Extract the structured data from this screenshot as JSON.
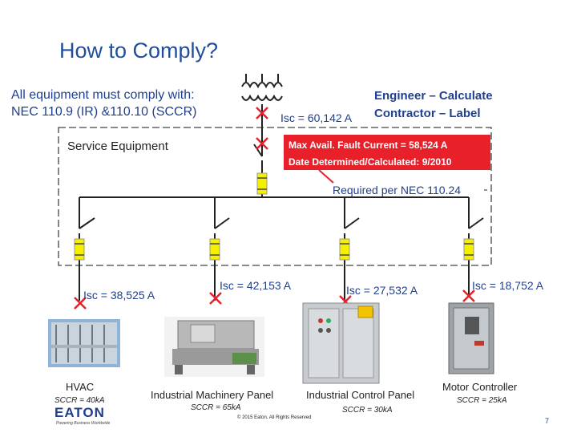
{
  "slide": {
    "title": "How to Comply?",
    "page_number": "7",
    "copyright": "© 2015 Eaton. All Rights Reserved"
  },
  "requirement": {
    "line1": "All equipment must comply with:",
    "line2": "NEC 110.9 (IR) &110.10 (SCCR)"
  },
  "roles": {
    "engineer": "Engineer – Calculate",
    "contractor": "Contractor – Label"
  },
  "service": {
    "label": "Service Equipment",
    "transformer_isc": "Isc = 60,142 A",
    "max_fault": "Max Avail. Fault Current = 58,524 A",
    "date": "Date Determined/Calculated: 9/2010",
    "required": "Required per NEC 110.24"
  },
  "loads": [
    {
      "name": "HVAC",
      "isc": "Isc = 38,525 A",
      "sccr": "SCCR = 40kA"
    },
    {
      "name": "Industrial Machinery Panel",
      "isc": "Isc = 42,153 A",
      "sccr": "SCCR = 65kA"
    },
    {
      "name": "Industrial Control Panel",
      "isc": "Isc = 27,532 A",
      "sccr": "SCCR = 30kA"
    },
    {
      "name": "Motor Controller",
      "isc": "Isc = 18,752 A",
      "sccr": "SCCR = 25kA"
    }
  ],
  "logo": {
    "brand": "EATON",
    "tagline": "Powering Business Worldwide"
  },
  "colors": {
    "title_blue": "#1f4e9c",
    "text_blue": "#1f3f8f",
    "fault_red": "#e8202a",
    "fuse_yellow": "#f5f000"
  },
  "icons": [
    "transformer-icon",
    "fault-x-icon",
    "fuse-icon",
    "switch-icon",
    "callout-arrow-icon"
  ]
}
